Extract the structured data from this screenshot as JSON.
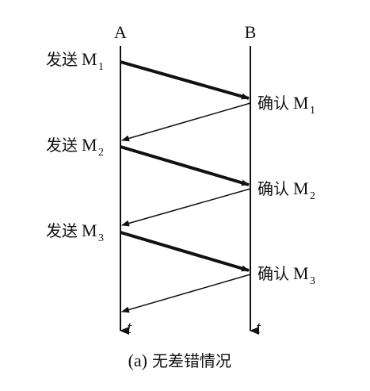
{
  "diagram": {
    "node_a_label": "A",
    "node_b_label": "B",
    "time_label_a": "t",
    "time_label_b": "t",
    "send_text": "发送",
    "ack_text": "确认",
    "messages": [
      {
        "base": "M",
        "index": "1"
      },
      {
        "base": "M",
        "index": "2"
      },
      {
        "base": "M",
        "index": "3"
      }
    ],
    "caption_prefix": "(a)",
    "caption_text": "无差错情况"
  }
}
